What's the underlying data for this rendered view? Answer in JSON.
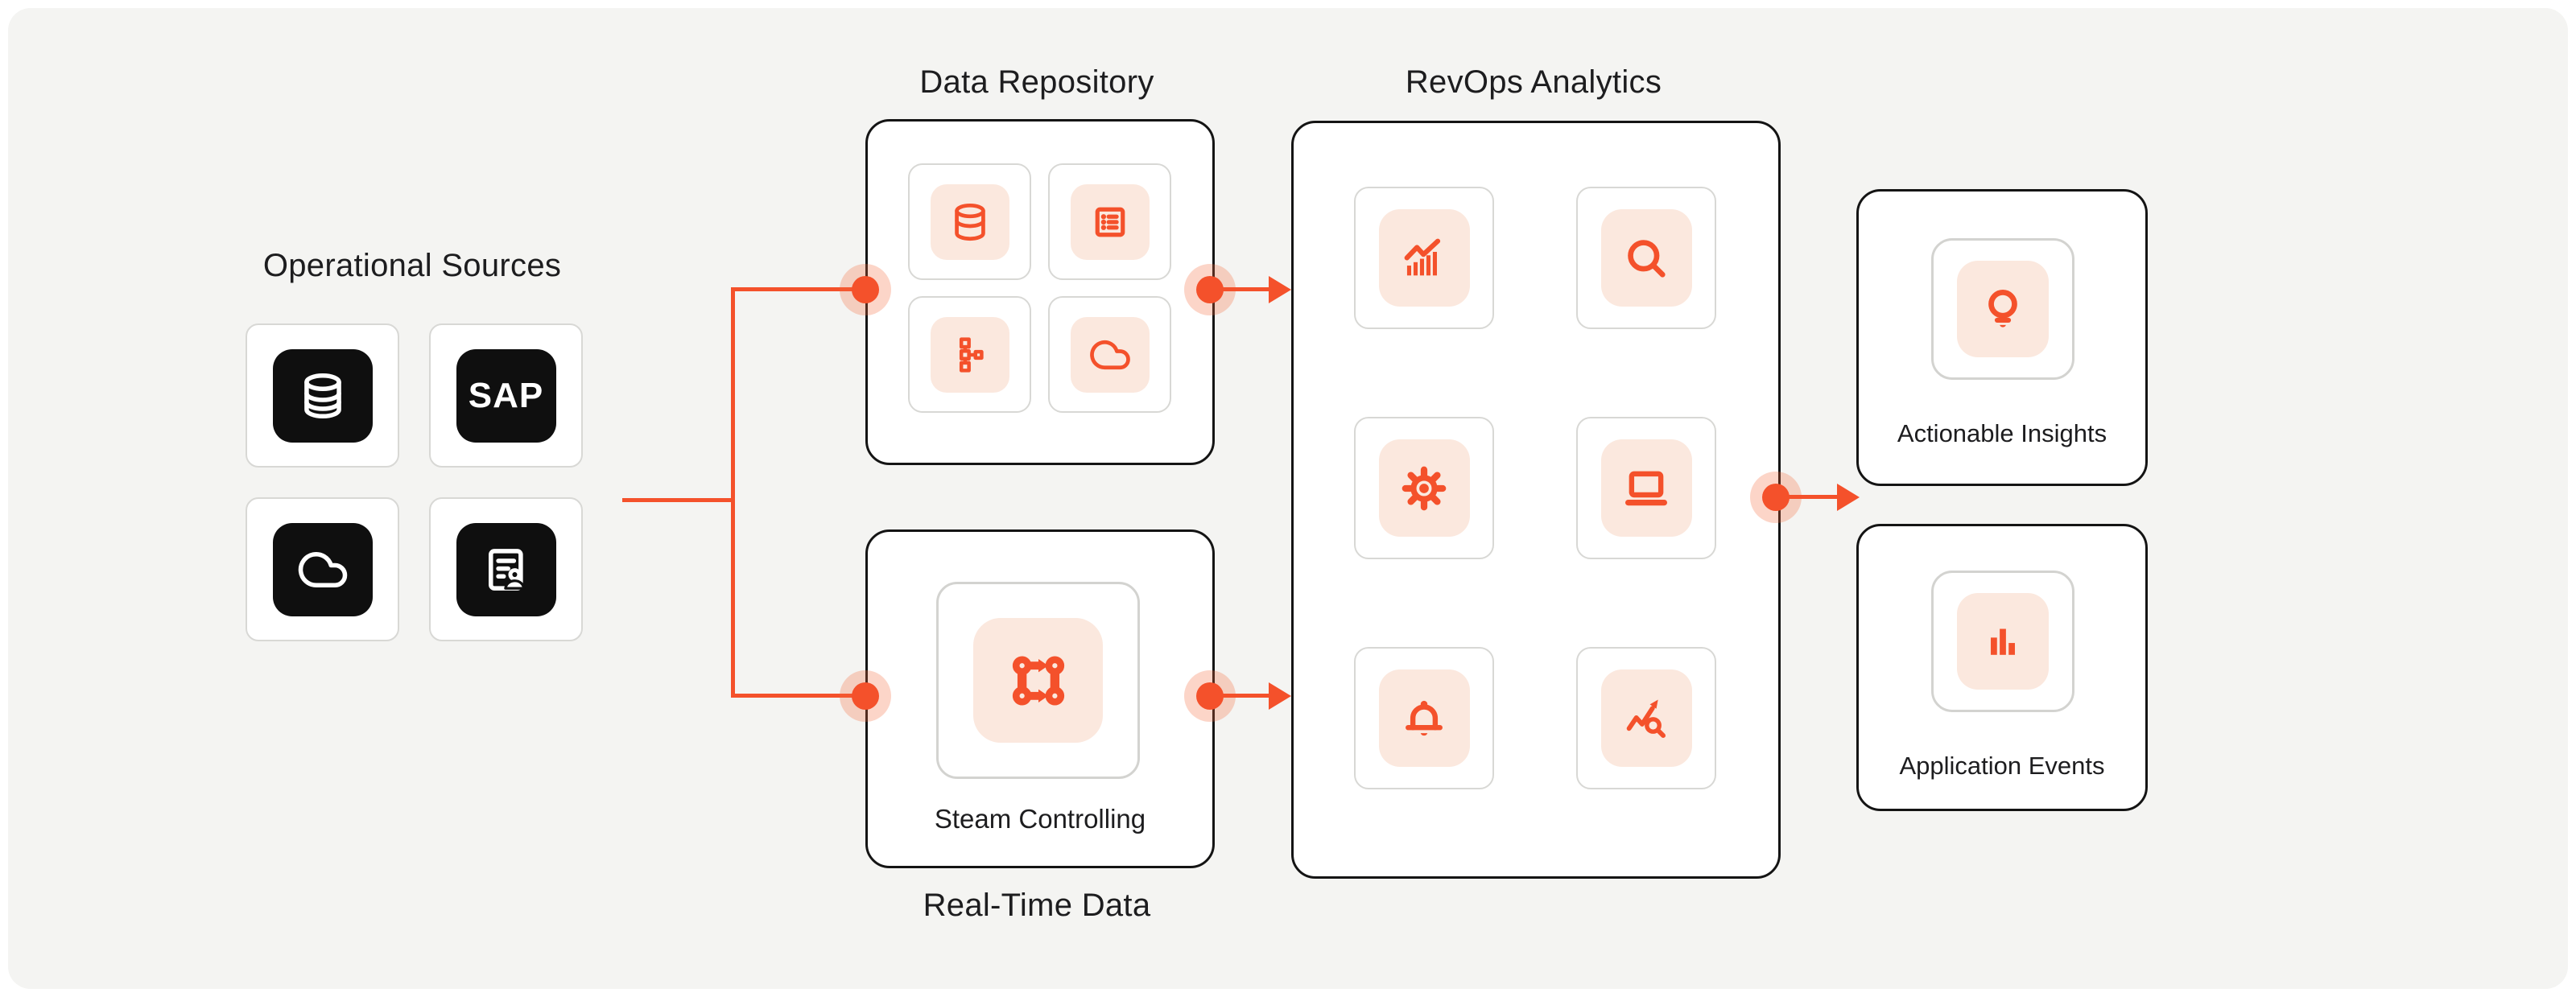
{
  "colors": {
    "accent": "#F4512B",
    "accent_soft": "#FBE8DE",
    "halo": "rgba(246,103,59,0.28)",
    "panel_bg": "#F4F4F2",
    "page_bg": "#FFFFFF",
    "box_border": "#141414",
    "card_border": "#D8D8D5",
    "dark_chip": "#0F0F0F",
    "text": "#1D1D1F"
  },
  "operational_sources": {
    "title": "Operational Sources",
    "items": [
      {
        "icon": "database-icon"
      },
      {
        "icon": "sap-logo",
        "label": "SAP"
      },
      {
        "icon": "cloud-icon"
      },
      {
        "icon": "contact-records-icon"
      }
    ]
  },
  "data_repository": {
    "title": "Data Repository",
    "icons": [
      "database-icon",
      "list-box-icon",
      "flow-tree-icon",
      "cloud-icon"
    ]
  },
  "real_time_data": {
    "title": "Real-Time Data",
    "card_label": "Steam Controlling",
    "icon": "workflow-cycle-icon"
  },
  "revops_analytics": {
    "title": "RevOps Analytics",
    "icons": [
      "chart-growth-icon",
      "search-icon",
      "gear-icon",
      "laptop-icon",
      "bell-icon",
      "chart-search-icon"
    ]
  },
  "outputs": [
    {
      "label": "Actionable Insights",
      "icon": "lightbulb-icon"
    },
    {
      "label": "Application Events",
      "icon": "bar-chart-icon"
    }
  ]
}
